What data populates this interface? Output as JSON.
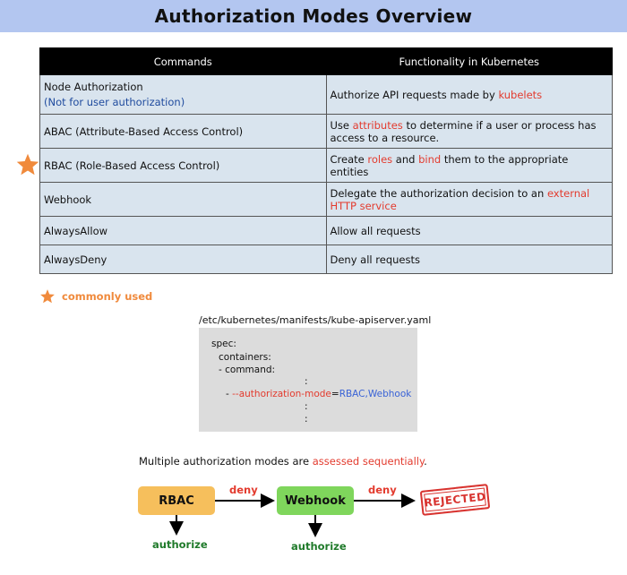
{
  "title": "Authorization Modes Overview",
  "table": {
    "headers": [
      "Commands",
      "Functionality in Kubernetes"
    ],
    "rows": [
      {
        "command": "Node Authorization",
        "note": "(Not for user authorization)",
        "func_pre": "Authorize API requests made by ",
        "func_hl": "kubelets",
        "func_post": ""
      },
      {
        "command": "ABAC (Attribute-Based Access Control)",
        "func_pre": "Use ",
        "func_hl": "attributes",
        "func_post": " to determine if a user or process has access to a resource."
      },
      {
        "command": "RBAC (Role-Based Access Control)",
        "commonly_used": true,
        "func_pre": "Create ",
        "func_hl": "roles",
        "func_mid": " and ",
        "func_hl2": "bind",
        "func_post": " them to the appropriate entities"
      },
      {
        "command": "Webhook",
        "func_pre": "Delegate the authorization decision to an ",
        "func_hl": "external HTTP service",
        "func_post": ""
      },
      {
        "command": "AlwaysAllow",
        "func_pre": "Allow all requests"
      },
      {
        "command": "AlwaysDeny",
        "func_pre": "Deny all requests"
      }
    ]
  },
  "legend": {
    "label": "commonly used",
    "icon": "star-icon",
    "color": "#f08a3c"
  },
  "config": {
    "path": "/etc/kubernetes/manifests/kube-apiserver.yaml",
    "lines": {
      "spec": "spec:",
      "containers": "containers:",
      "command": "- command:",
      "dots1": ":",
      "dash": "- ",
      "flag": "--authorization-mode",
      "eq": "=",
      "value": "RBAC,Webhook",
      "dots2": ":",
      "dots3": ":"
    }
  },
  "flow": {
    "text_pre": "Multiple authorization modes are ",
    "text_hl": "assessed sequentially",
    "text_post": ".",
    "node1": "RBAC",
    "node2": "Webhook",
    "edge_deny1": "deny",
    "edge_deny2": "deny",
    "authorize1": "authorize",
    "authorize2": "authorize",
    "stamp": "REJECTED"
  },
  "colors": {
    "title_bg": "#b3c6f0",
    "highlight_red": "#e33b2e",
    "note_blue": "#1f4b9e",
    "flag_red": "#e33b2e",
    "value_blue": "#3a63d6",
    "rbac_node": "#f6bf5c",
    "webhook_node": "#7fd65c",
    "authorize_green": "#1f7a2a",
    "star": "#f08a3c"
  }
}
